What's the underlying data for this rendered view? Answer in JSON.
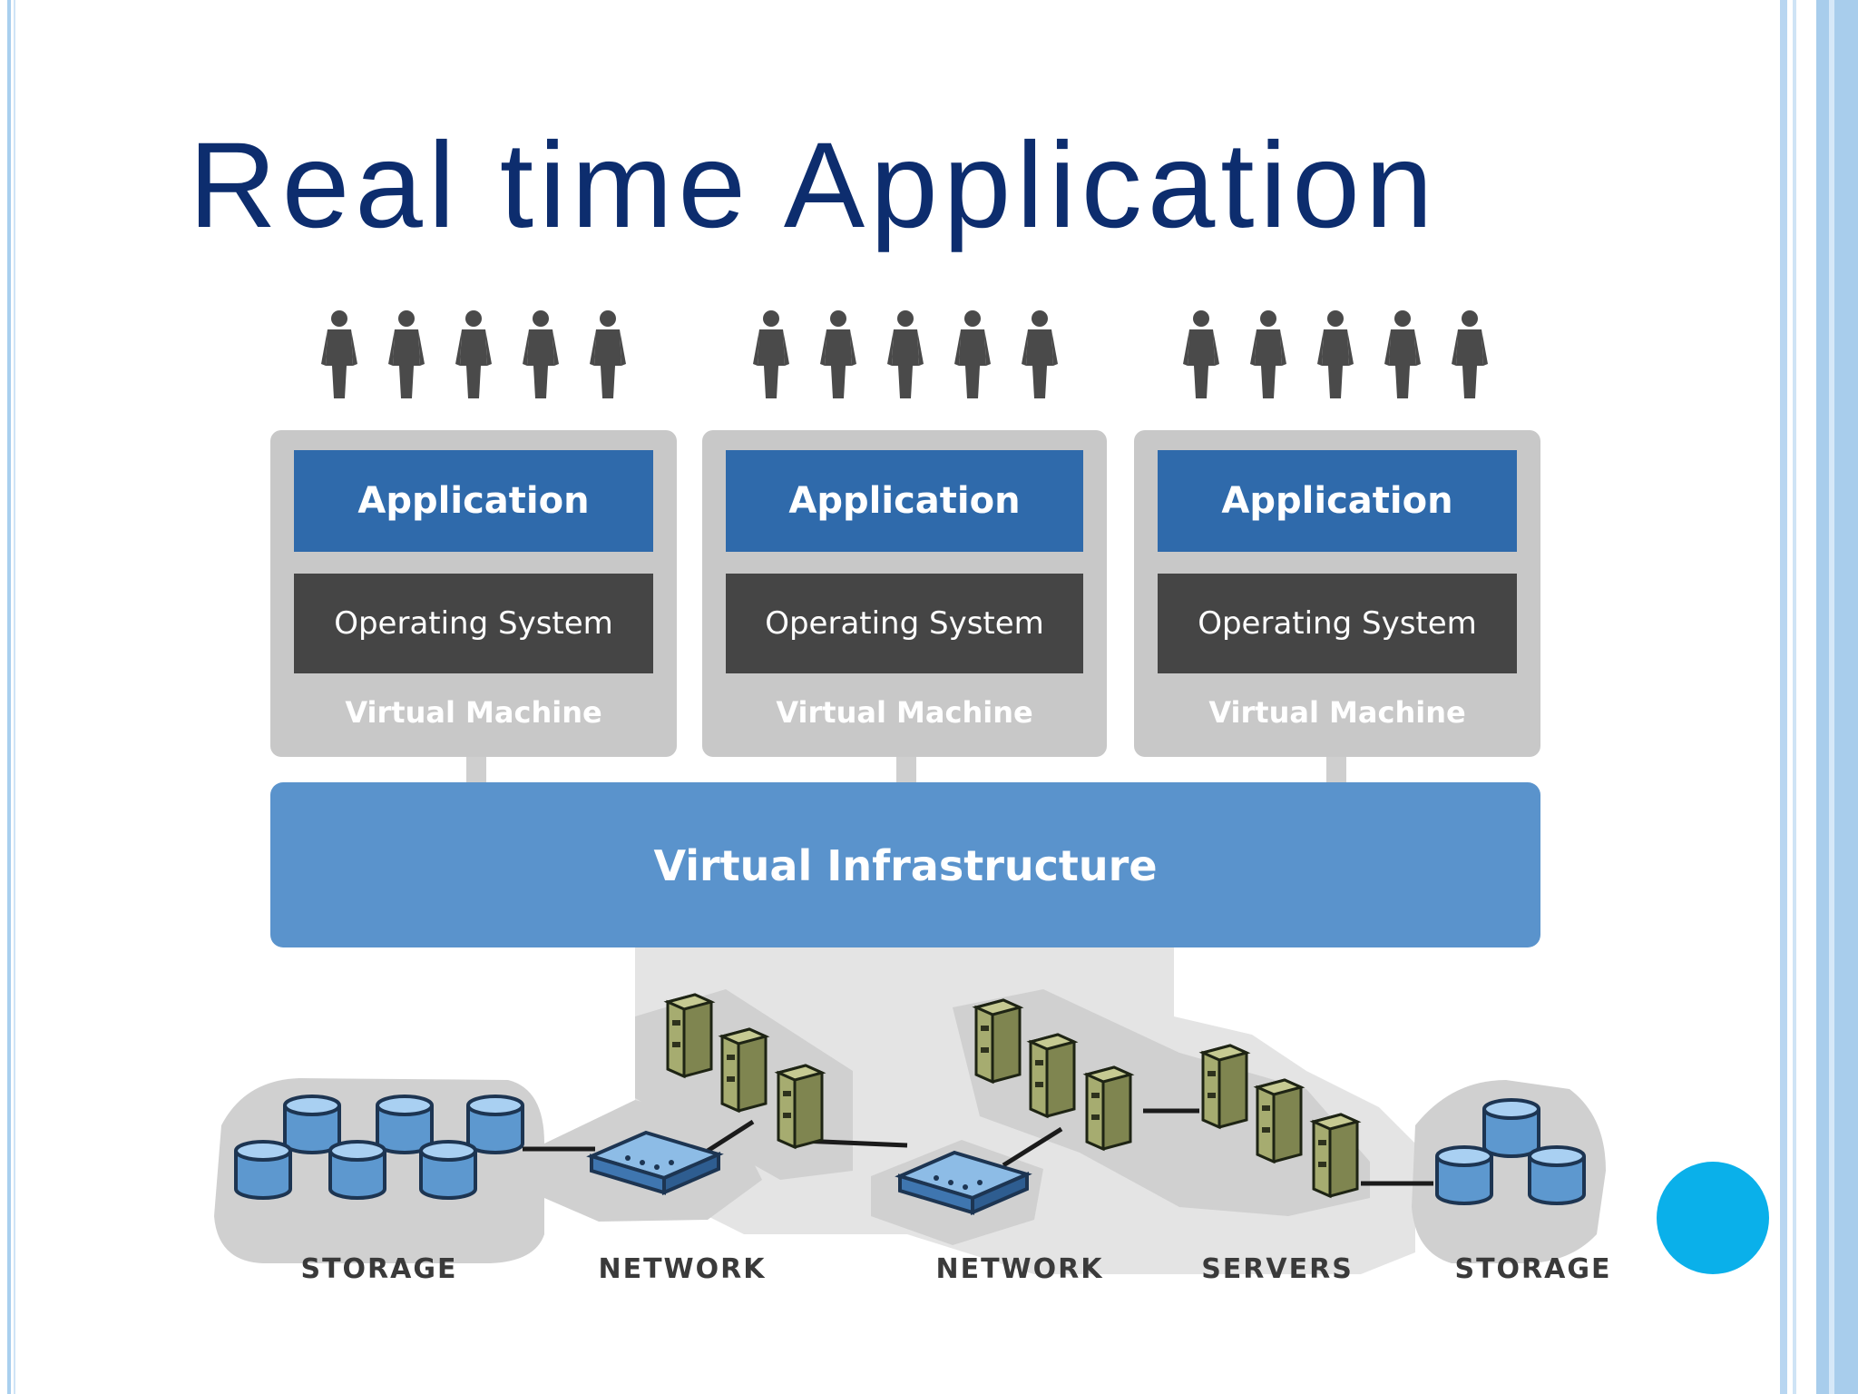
{
  "slide": {
    "title": "Real time Application"
  },
  "diagram": {
    "virtual_machines": [
      {
        "application": "Application",
        "os": "Operating System",
        "label": "Virtual Machine"
      },
      {
        "application": "Application",
        "os": "Operating System",
        "label": "Virtual Machine"
      },
      {
        "application": "Application",
        "os": "Operating System",
        "label": "Virtual Machine"
      }
    ],
    "infrastructure": "Virtual Infrastructure",
    "resources": [
      "STORAGE",
      "NETWORK",
      "NETWORK",
      "SERVERS",
      "STORAGE"
    ],
    "users_per_group": 5
  },
  "colors": {
    "title": "#0d2d6e",
    "application": "#2f6aab",
    "operating_system": "#454545",
    "vm_frame": "#c8c8c8",
    "infrastructure": "#5a93cc",
    "accent_dot": "#0ab0ea",
    "server": "#9da36a",
    "storage": "#6fa9dc"
  },
  "icons": [
    "person-icon",
    "storage-drum-icon",
    "network-switch-icon",
    "server-tower-icon"
  ]
}
